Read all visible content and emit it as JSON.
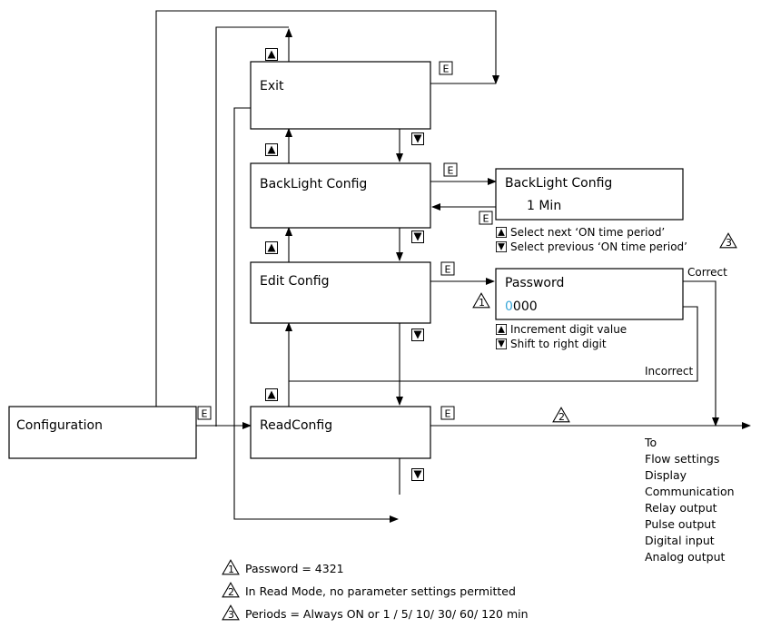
{
  "boxes": {
    "exit": "Exit",
    "backlight": "BackLight Config",
    "backlight_value_title": "BackLight Config",
    "backlight_value": "1 Min",
    "edit": "Edit Config",
    "password_title": "Password",
    "password_first_digit": "0",
    "password_rest": "000",
    "readconfig": "ReadConfig",
    "configuration": "Configuration"
  },
  "key_label": "E",
  "backlight_hints": [
    "Select next ‘ON time period’",
    "Select previous ‘ON time period’"
  ],
  "password_hints": [
    "Increment digit value",
    "Shift to right digit"
  ],
  "branch_labels": {
    "correct": "Correct",
    "incorrect": "Incorrect"
  },
  "note_markers": [
    "1",
    "2",
    "3"
  ],
  "destinations": [
    "To",
    "Flow settings",
    "Display",
    "Communication",
    "Relay output",
    "Pulse output",
    "Digital input",
    "Analog output"
  ],
  "notes": [
    {
      "marker": "1",
      "text": "Password = 4321"
    },
    {
      "marker": "2",
      "text": "In Read Mode, no parameter settings permitted"
    },
    {
      "marker": "3",
      "text": "Periods = Always ON or 1 / 5/ 10/ 30/ 60/ 120 min"
    }
  ],
  "colors": {
    "highlight_digit": "#3aa7d8"
  }
}
